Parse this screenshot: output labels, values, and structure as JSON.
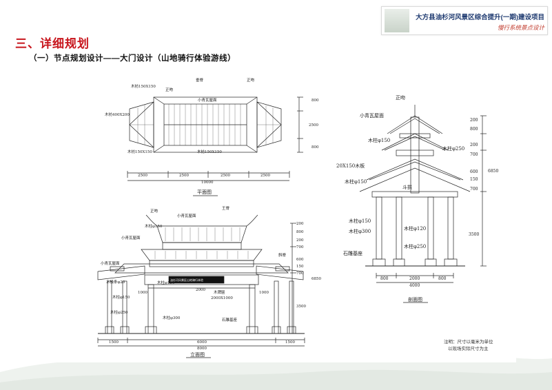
{
  "header": {
    "title": "大方县油杉河风景区综合提升(一期)建设项目",
    "subtitle": "慢行系统景点设计"
  },
  "section": {
    "title": "三、详细规划"
  },
  "subsection": {
    "title": "（一）节点规划设计——大门设计（山地骑行体验游线）"
  },
  "plan_view": {
    "caption": "平面图",
    "labels": {
      "ridge": "正吻",
      "roof_tile": "小青瓦屋面",
      "wall_ridge": "垂脊",
      "beam1": "木枋150X150",
      "beam2": "木枋400X200",
      "beam3": "木枋150X150",
      "beam4": "木枋150X150"
    },
    "dims_right": [
      "800",
      "2500",
      "800"
    ],
    "dims_bottom": [
      "2500",
      "2500",
      "2500",
      "2500"
    ],
    "dim_total": "10000"
  },
  "elevation": {
    "caption": "立面图",
    "labels": {
      "ridge": "正吻",
      "roof_tile": "小青瓦屋面",
      "wall_ridge": "王脊",
      "column150": "木柱φ150",
      "roof_tile2": "小青瓦屋面",
      "roof_tile3": "小青瓦屋面",
      "rafter": "木椽条φ20",
      "column150b": "木柱φ150",
      "column250": "木柱φ250",
      "column300": "木柱φ300",
      "column150c": "木柱φ150",
      "sign": "油杉河风景区山地骑行体验",
      "plaque": "木牌匾",
      "plaque_size": "2000X1000",
      "stone_base": "石雕基座",
      "slope_ridge": "斜脊"
    },
    "dims_right": [
      "200",
      "800",
      "200",
      "700",
      "600",
      "150",
      "700",
      "3500"
    ],
    "dim_total": "6850",
    "dims_mid": [
      "1000",
      "2000",
      "1000"
    ],
    "dims_bottom": [
      "1500",
      "6000",
      "1500"
    ],
    "dim_total_bottom": "8000"
  },
  "section_view": {
    "caption": "剖面图",
    "labels": {
      "ridge": "正吻",
      "roof_tile": "小青瓦屋面",
      "column150": "木柱φ150",
      "column250": "木柱φ250",
      "board": "20X150木板",
      "column150b": "木柱φ150",
      "bracket": "斗拱",
      "column150c": "木柱φ150",
      "column300": "木柱φ300",
      "column120": "木柱φ120",
      "column250b": "木柱φ250",
      "stone_base": "石雕基座"
    },
    "dims_right": [
      "200",
      "800",
      "200",
      "700",
      "600",
      "150",
      "700",
      "3500"
    ],
    "dim_total": "6850",
    "dims_bottom": [
      "800",
      "2000",
      "800"
    ],
    "dim_total_bottom": "4000"
  },
  "note": {
    "line1": "注明：尺寸以毫米为单位",
    "line2": "以现场实际尺寸为主"
  }
}
